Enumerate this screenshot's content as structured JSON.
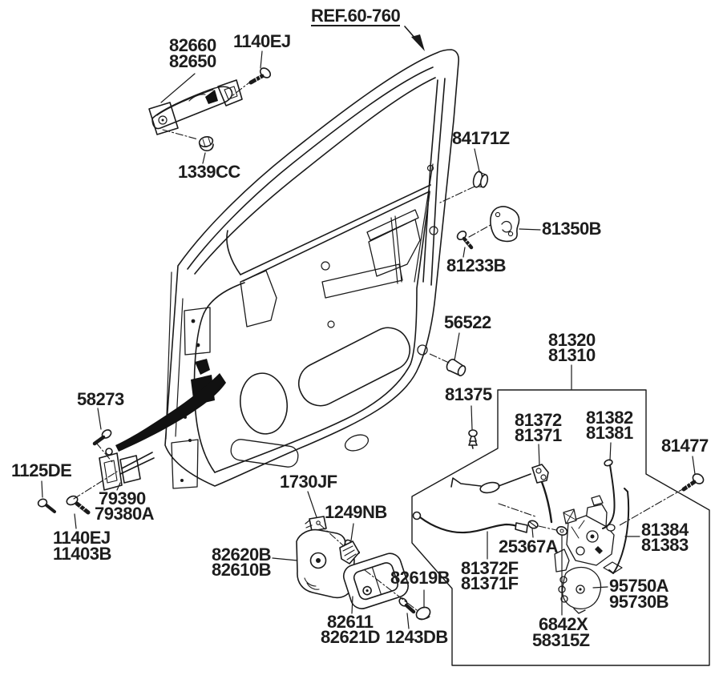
{
  "diagram": {
    "ref_callout": "REF.60-760",
    "labels": {
      "n82660": "82660",
      "n82650": "82650",
      "n1140EJ": "1140EJ",
      "n1339CC": "1339CC",
      "n84171Z": "84171Z",
      "n81350B": "81350B",
      "n81233B": "81233B",
      "n56522": "56522",
      "n81320": "81320",
      "n81310": "81310",
      "n81375": "81375",
      "n81372": "81372",
      "n81371": "81371",
      "n81382": "81382",
      "n81381": "81381",
      "n81477": "81477",
      "n58273": "58273",
      "n1125DE": "1125DE",
      "n79390": "79390",
      "n79380A": "79380A",
      "n11403B": "11403B",
      "n1730JF": "1730JF",
      "n1249NB": "1249NB",
      "n82620B": "82620B",
      "n82610B": "82610B",
      "n82611": "82611",
      "n82621D": "82621D",
      "n1243DB": "1243DB",
      "n82619B": "82619B",
      "n25367A": "25367A",
      "n81372F": "81372F",
      "n81371F": "81371F",
      "n81384": "81384",
      "n81383": "81383",
      "n95750A": "95750A",
      "n95730B": "95730B",
      "n6842X": "6842X",
      "n58315Z": "58315Z"
    },
    "line_color": "#1a1a1a"
  }
}
